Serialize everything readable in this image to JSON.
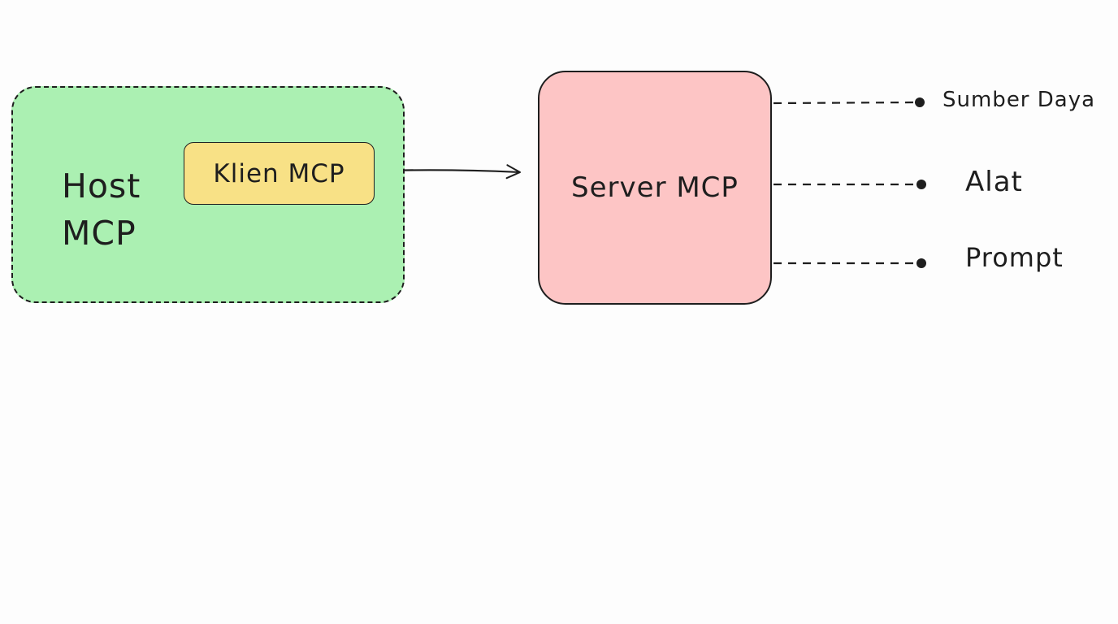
{
  "host": {
    "label": "Host\nMCP"
  },
  "client": {
    "label": "Klien MCP"
  },
  "server": {
    "label": "Server MCP"
  },
  "capabilities": [
    {
      "label": "Sumber Daya"
    },
    {
      "label": "Alat"
    },
    {
      "label": "Prompt"
    }
  ],
  "colors": {
    "host_fill": "#abf0b2",
    "client_fill": "#f8e186",
    "server_fill": "#fdc5c5",
    "stroke": "#1e1e1e"
  }
}
